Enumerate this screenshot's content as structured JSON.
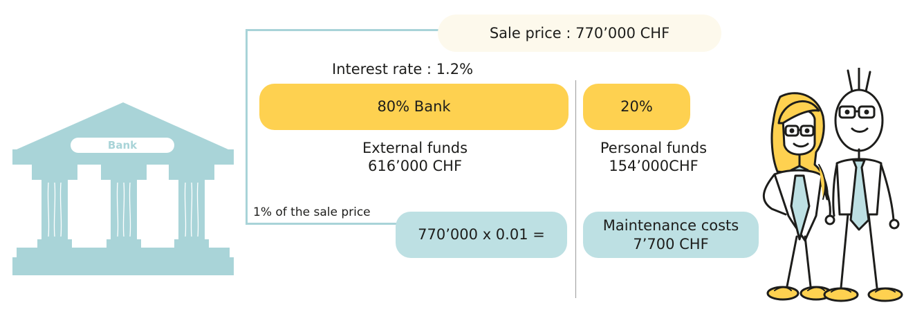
{
  "sale_price": {
    "label": "Sale price : 770’000 CHF"
  },
  "interest_rate": {
    "label": "Interest rate : 1.2%"
  },
  "bank_share": {
    "label": "80% Bank"
  },
  "personal_share": {
    "label": "20%"
  },
  "external_funds": {
    "title": "External funds",
    "amount": "616’000 CHF"
  },
  "personal_funds": {
    "title": "Personal funds",
    "amount": "154’000CHF"
  },
  "maintenance_note": {
    "label": "1% of the sale price"
  },
  "maintenance_calc": {
    "label": "770’000 x 0.01 ="
  },
  "maintenance_costs": {
    "title": "Maintenance costs",
    "amount": "7’700 CHF"
  },
  "bank_icon": {
    "icon": "bank-building-icon",
    "sign": "Bank",
    "color": "#a9d4d8"
  },
  "couple": {
    "icon": "couple-illustration-icon"
  },
  "colors": {
    "yellow": "#fed150",
    "cream": "#fdf9ec",
    "light_blue": "#bde0e3",
    "bracket": "#a8d3d8"
  }
}
